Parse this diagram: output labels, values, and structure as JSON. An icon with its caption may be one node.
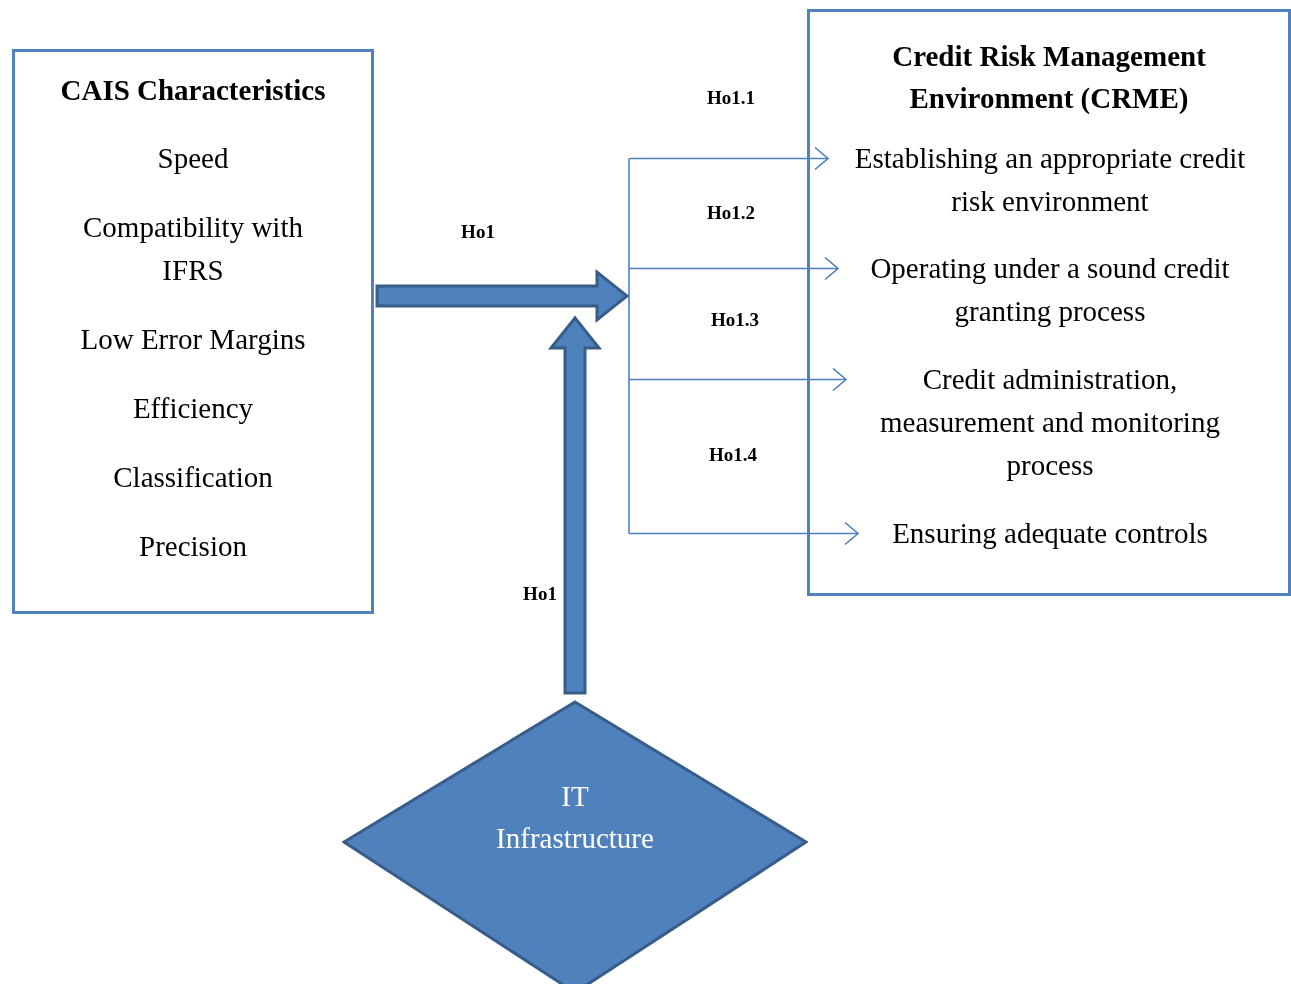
{
  "diagram": {
    "nodes": [
      {
        "text": [
          "CAIS Characteristics",
          "Speed",
          "Compatibility with IFRS",
          "Low Error Margins",
          "Efficiency",
          "Classification",
          "Precision"
        ]
      },
      {
        "text": [
          "Credit Risk Management Environment (CRME)"
        ]
      },
      {
        "text": [
          "Establishing an appropriate credit risk environment"
        ],
        "in": 1
      },
      {
        "text": [
          "Operating under a sound credit granting process"
        ],
        "in": 1
      },
      {
        "text": [
          "Credit administration, measurement and monitoring process"
        ],
        "in": 1
      },
      {
        "text": [
          "Ensuring adequate controls"
        ],
        "in": 1
      },
      {
        "text": [
          "IT Infrastructure"
        ]
      }
    ],
    "edges": [
      {
        "from": 0,
        "to": null,
        "arrow": "to",
        "style": "thick",
        "label": "Ho1"
      },
      {
        "from": 6,
        "to": null,
        "arrow": "to",
        "style": "thick",
        "label": "Ho1"
      },
      {
        "from": null,
        "to": 2,
        "arrow": "to",
        "label": "Ho1.1"
      },
      {
        "from": null,
        "to": 3,
        "arrow": "to",
        "label": "Ho1.2"
      },
      {
        "from": null,
        "to": 4,
        "arrow": "to",
        "label": "Ho1.3"
      },
      {
        "from": null,
        "to": 5,
        "arrow": "to",
        "label": "Ho1.4"
      }
    ]
  }
}
